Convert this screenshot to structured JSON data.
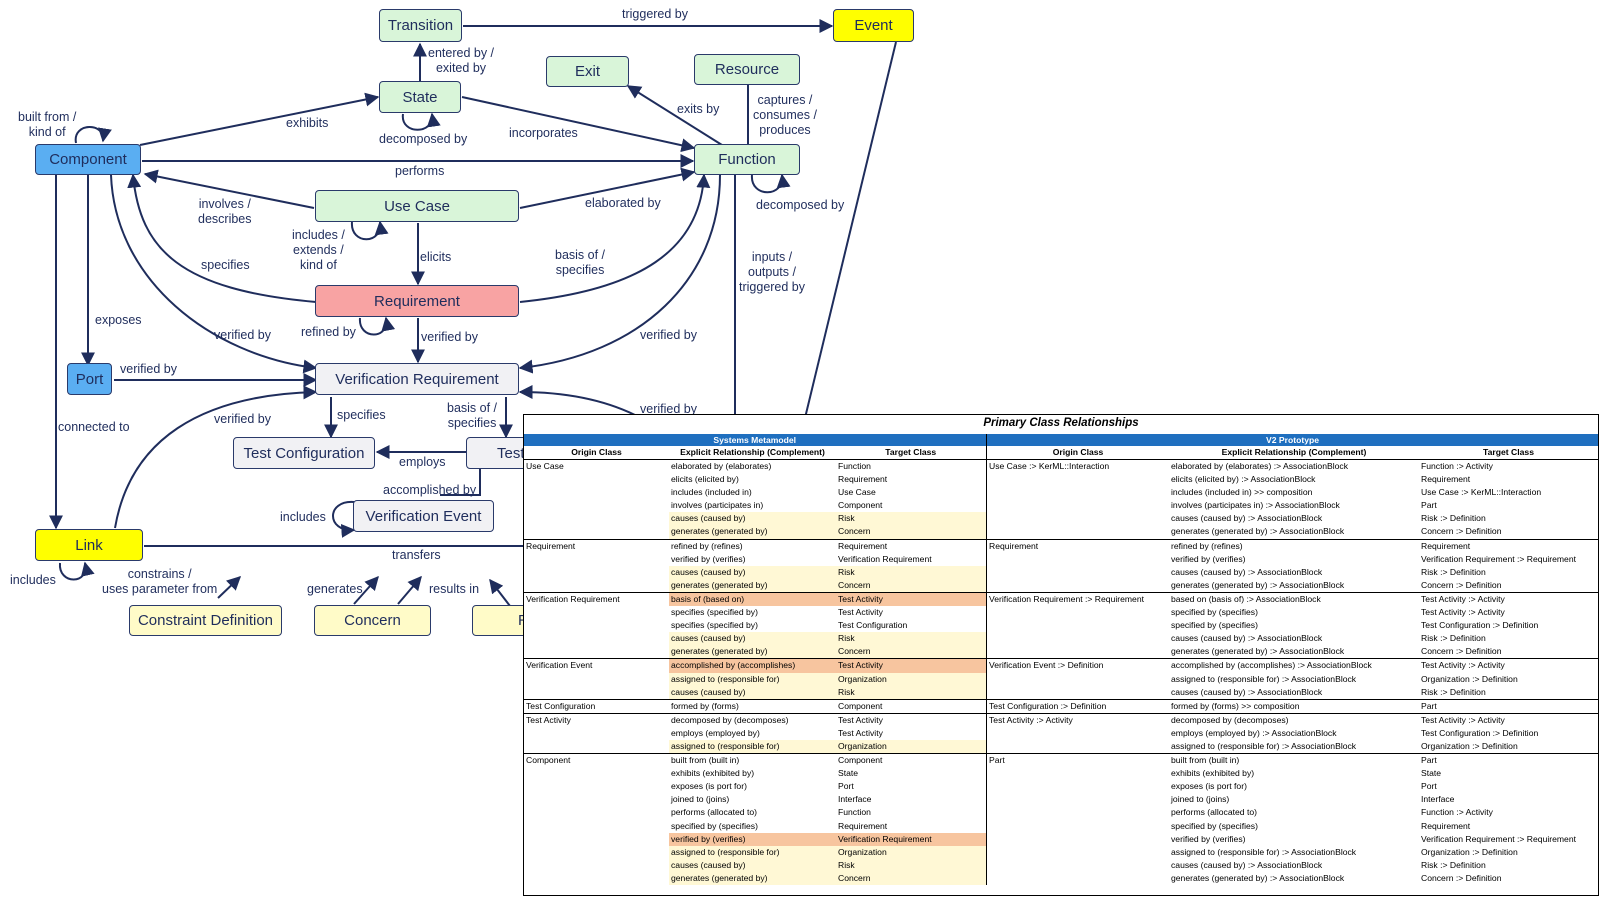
{
  "nodes": {
    "transition": "Transition",
    "event": "Event",
    "state": "State",
    "exit": "Exit",
    "resource": "Resource",
    "component": "Component",
    "function": "Function",
    "use_case": "Use Case",
    "requirement": "Requirement",
    "port": "Port",
    "verification_requirement": "Verification Requirement",
    "test_configuration": "Test Configuration",
    "test_partial": "Test",
    "verification_event": "Verification Event",
    "link": "Link",
    "constraint_definition": "Constraint Definition",
    "concern": "Concern",
    "risk_partial": "R"
  },
  "edges": {
    "triggered_by_top": "triggered by",
    "entered_exited_by": "entered by /\nexited by",
    "built_from": "built from /\nkind of",
    "exhibits": "exhibits",
    "decomposed_by_state": "decomposed by",
    "incorporates": "incorporates",
    "exits_by": "exits by",
    "captures": "captures /\nconsumes /\nproduces",
    "performs": "performs",
    "involves": "involves /\ndescribes",
    "elaborated_by": "elaborated by",
    "decomposed_by_function": "decomposed by",
    "includes_extends": "includes /\nextends /\nkind of",
    "elicits": "elicits",
    "basis_of_upper": "basis of /\nspecifies",
    "inputs_outputs": "inputs /\noutputs /\ntriggered by",
    "specifies_left": "specifies",
    "exposes": "exposes",
    "refined_by": "refined by",
    "verified_by_req": "verified by",
    "verified_by_component": "verified by",
    "verified_by_function": "verified by",
    "verified_by_port": "verified by",
    "verified_by_event": "verified by",
    "connected_to": "connected to",
    "verified_by_link": "verified by",
    "specifies_vr": "specifies",
    "basis_of_lower": "basis of /\nspecifies",
    "employs": "employs",
    "accomplished_by": "accomplished by",
    "includes_ve": "includes",
    "transfers": "transfers",
    "constrains": "constrains /\nuses parameter from",
    "includes_link": "includes",
    "generates": "generates",
    "results_in": "results in"
  },
  "table": {
    "title": "Primary Class Relationships",
    "left_section": "Systems Metamodel",
    "right_section": "V2 Prototype",
    "headers": [
      "Origin Class",
      "Explicit Relationship (Complement)",
      "Target Class"
    ],
    "left_rows": [
      [
        "Use Case",
        "elaborated by (elaborates)",
        "Function",
        "",
        "top"
      ],
      [
        "",
        "elicits (elicited by)",
        "Requirement",
        "",
        ""
      ],
      [
        "",
        "includes (included in)",
        "Use Case",
        "",
        ""
      ],
      [
        "",
        "involves (participates in)",
        "Component",
        "",
        ""
      ],
      [
        "",
        "causes (caused by)",
        "Risk",
        "y",
        ""
      ],
      [
        "",
        "generates (generated by)",
        "Concern",
        "y",
        ""
      ],
      [
        "Requirement",
        "refined by (refines)",
        "Requirement",
        "",
        "top"
      ],
      [
        "",
        "verified by (verifies)",
        "Verification Requirement",
        "",
        ""
      ],
      [
        "",
        "causes (caused by)",
        "Risk",
        "y",
        ""
      ],
      [
        "",
        "generates (generated by)",
        "Concern",
        "y",
        ""
      ],
      [
        "Verification Requirement",
        "basis of (based on)",
        "Test Activity",
        "o",
        "top"
      ],
      [
        "",
        "specifies (specified by)",
        "Test Activity",
        "",
        ""
      ],
      [
        "",
        "specifies (specified by)",
        "Test Configuration",
        "",
        ""
      ],
      [
        "",
        "causes (caused by)",
        "Risk",
        "y",
        ""
      ],
      [
        "",
        "generates (generated by)",
        "Concern",
        "y",
        ""
      ],
      [
        "Verification Event",
        "accomplished by (accomplishes)",
        "Test Activity",
        "o",
        "top"
      ],
      [
        "",
        "assigned to (responsible for)",
        "Organization",
        "y",
        ""
      ],
      [
        "",
        "causes (caused by)",
        "Risk",
        "y",
        ""
      ],
      [
        "Test Configuration",
        "formed by (forms)",
        "Component",
        "",
        "top"
      ],
      [
        "Test Activity",
        "decomposed by (decomposes)",
        "Test Activity",
        "",
        "top"
      ],
      [
        "",
        "employs (employed by)",
        "Test Activity",
        "",
        ""
      ],
      [
        "",
        "assigned to (responsible for)",
        "Organization",
        "y",
        ""
      ],
      [
        "Component",
        "built from (built in)",
        "Component",
        "",
        "top"
      ],
      [
        "",
        "exhibits (exhibited by)",
        "State",
        "",
        ""
      ],
      [
        "",
        "exposes (is port for)",
        "Port",
        "",
        ""
      ],
      [
        "",
        "joined to (joins)",
        "Interface",
        "",
        ""
      ],
      [
        "",
        "performs (allocated to)",
        "Function",
        "",
        ""
      ],
      [
        "",
        "specified by (specifies)",
        "Requirement",
        "",
        ""
      ],
      [
        "",
        "verified by (verifies)",
        "Verification Requirement",
        "o",
        ""
      ],
      [
        "",
        "assigned to (responsible for)",
        "Organization",
        "y",
        ""
      ],
      [
        "",
        "causes (caused by)",
        "Risk",
        "y",
        ""
      ],
      [
        "",
        "generates (generated by)",
        "Concern",
        "y",
        ""
      ]
    ],
    "right_rows": [
      [
        "Use Case :> KerML::Interaction",
        "elaborated by (elaborates) :> AssociationBlock",
        "Function :> Activity",
        "top"
      ],
      [
        "",
        "elicits (elicited by) :> AssociationBlock",
        "Requirement",
        ""
      ],
      [
        "",
        "includes (included in) >> composition",
        "Use Case :> KerML::Interaction",
        ""
      ],
      [
        "",
        "involves (participates in) :> AssociationBlock",
        "Part",
        ""
      ],
      [
        "",
        "causes (caused by) :> AssociationBlock",
        "Risk :> Definition",
        ""
      ],
      [
        "",
        "generates (generated by) :> AssociationBlock",
        "Concern :> Definition",
        ""
      ],
      [
        "Requirement",
        "refined by (refines)",
        "Requirement",
        "top"
      ],
      [
        "",
        "verified by (verifies)",
        "Verification Requirement :> Requirement",
        ""
      ],
      [
        "",
        "causes (caused by) :> AssociationBlock",
        "Risk :> Definition",
        ""
      ],
      [
        "",
        "generates (generated by) :> AssociationBlock",
        "Concern :> Definition",
        ""
      ],
      [
        "Verification Requirement :> Requirement",
        "based on (basis of) :> AssociationBlock",
        "Test Activity :> Activity",
        "top"
      ],
      [
        "",
        "specified by (specifies)",
        "Test Activity :> Activity",
        ""
      ],
      [
        "",
        "specified by (specifies)",
        "Test Configuration :> Definition",
        ""
      ],
      [
        "",
        "causes (caused by) :> AssociationBlock",
        "Risk :> Definition",
        ""
      ],
      [
        "",
        "generates (generated by) :> AssociationBlock",
        "Concern :> Definition",
        ""
      ],
      [
        "Verification Event :> Definition",
        "accomplished by (accomplishes) :> AssociationBlock",
        "Test Activity :> Activity",
        "top"
      ],
      [
        "",
        "assigned to (responsible for) :> AssociationBlock",
        "Organization :> Definition",
        ""
      ],
      [
        "",
        "causes (caused by) :> AssociationBlock",
        "Risk :> Definition",
        ""
      ],
      [
        "Test Configuration :> Definition",
        "formed by (forms) >> composition",
        "Part",
        "top"
      ],
      [
        "Test Activity :> Activity",
        "decomposed by (decomposes)",
        "Test Activity :> Activity",
        "top"
      ],
      [
        "",
        "employs (employed by) :> AssociationBlock",
        "Test Configuration :> Definition",
        ""
      ],
      [
        "",
        "assigned to (responsible for) :> AssociationBlock",
        "Organization :> Definition",
        ""
      ],
      [
        "Part",
        "built from (built in)",
        "Part",
        "top"
      ],
      [
        "",
        "exhibits (exhibited by)",
        "State",
        ""
      ],
      [
        "",
        "exposes (is port for)",
        "Port",
        ""
      ],
      [
        "",
        "joined to (joins)",
        "Interface",
        ""
      ],
      [
        "",
        "performs (allocated to)",
        "Function :> Activity",
        ""
      ],
      [
        "",
        "specified by (specifies)",
        "Requirement",
        ""
      ],
      [
        "",
        "verified by (verifies)",
        "Verification Requirement :> Requirement",
        ""
      ],
      [
        "",
        "assigned to (responsible for) :> AssociationBlock",
        "Organization :> Definition",
        ""
      ],
      [
        "",
        "causes (caused by) :> AssociationBlock",
        "Risk :> Definition",
        ""
      ],
      [
        "",
        "generates (generated by) :> AssociationBlock",
        "Concern :> Definition",
        ""
      ]
    ]
  }
}
